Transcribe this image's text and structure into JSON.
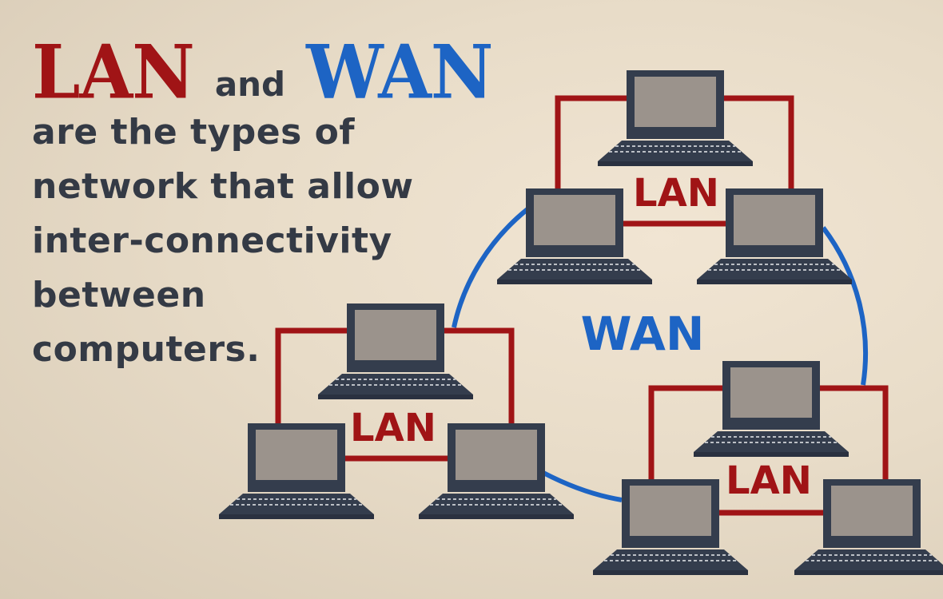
{
  "headline": {
    "keyword_lan": "LAN",
    "connector": "and",
    "keyword_wan": "WAN",
    "lines": [
      "are the types of",
      "network that allow",
      "inter-connectivity",
      "between",
      "computers."
    ]
  },
  "diagram": {
    "wan_label": "WAN",
    "lan_labels": [
      "LAN",
      "LAN",
      "LAN"
    ]
  },
  "colors": {
    "lan_red": "#a01416",
    "wan_blue": "#1d64c4",
    "laptop_body": "#343d4d",
    "laptop_screen": "#9b938c",
    "text_dark": "#343a45"
  }
}
